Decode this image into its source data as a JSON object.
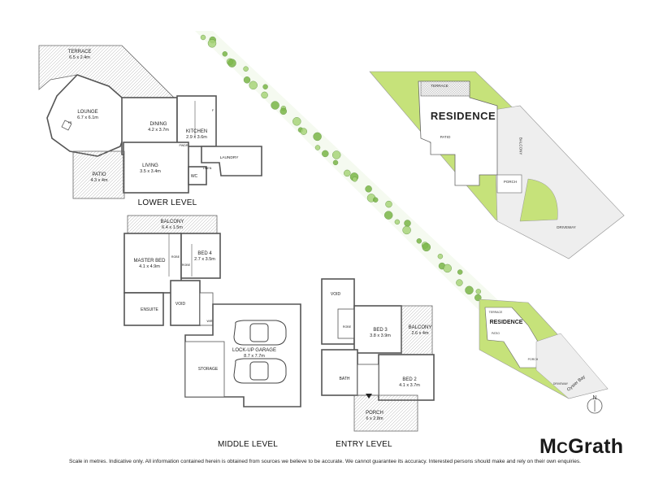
{
  "levels": {
    "lower": "LOWER LEVEL",
    "middle": "MIDDLE LEVEL",
    "entry": "ENTRY LEVEL"
  },
  "rooms": {
    "terrace": {
      "name": "TERRACE",
      "size": "6.5 x 2.4m"
    },
    "lounge": {
      "name": "LOUNGE",
      "size": "6.7 x 6.1m"
    },
    "dining": {
      "name": "DINING",
      "size": "4.2 x 3.7m"
    },
    "kitchen": {
      "name": "KITCHEN",
      "size": "2.9 x 3.6m"
    },
    "living": {
      "name": "LIVING",
      "size": "3.5 x 3.4m"
    },
    "patio": {
      "name": "PATIO",
      "size": "4.3 x 4m"
    },
    "laundry": {
      "name": "LAUNDRY"
    },
    "wc": {
      "name": "WC"
    },
    "balcony_mid": {
      "name": "BALCONY",
      "size": "6.4 x 1.5m"
    },
    "master_bed": {
      "name": "MASTER BED",
      "size": "4.1 x 4.9m"
    },
    "bed4": {
      "name": "BED 4",
      "size": "2.7 x 3.5m"
    },
    "ensuite": {
      "name": "ENSUITE"
    },
    "void_mid": {
      "name": "VOID"
    },
    "garage": {
      "name": "LOCK-UP GARAGE",
      "size": "8.7 x 7.7m"
    },
    "storage": {
      "name": "STORAGE"
    },
    "void_entry": {
      "name": "VOID"
    },
    "bed3": {
      "name": "BED 3",
      "size": "3.8 x 3.9m"
    },
    "balcony_entry": {
      "name": "BALCONY",
      "size": "2.6 x 4m"
    },
    "bath": {
      "name": "BATH"
    },
    "bed2": {
      "name": "BED 2",
      "size": "4.1 x 3.7m"
    },
    "porch": {
      "name": "PORCH",
      "size": "6 x 2.8m"
    }
  },
  "small_labels": {
    "fp": "FP",
    "robe": "ROBE",
    "wir": "WIR",
    "linen": "LINEN",
    "pwdr": "PWDR",
    "f": "F"
  },
  "site": {
    "residence": "RESIDENCE",
    "terrace": "TERRACE",
    "patio": "PATIO",
    "balcony": "BALCONY",
    "porch": "PORCH",
    "driveway": "DRIVEWAY",
    "street": "Oyster Bay",
    "north": "N"
  },
  "brand": {
    "logo_main": "M",
    "logo_c": "C",
    "logo_rest": "Grath"
  },
  "disclaimer": "Scale in metres. Indicative only. All information contained herein is obtained from sources we believe to be accurate. We cannot guarantee its accuracy. Interested persons should make and rely on their own enquiries.",
  "colors": {
    "lawn": "#c6e27a",
    "paving": "#eeeeee",
    "wall": "#555555",
    "tree": "#7ab648"
  }
}
